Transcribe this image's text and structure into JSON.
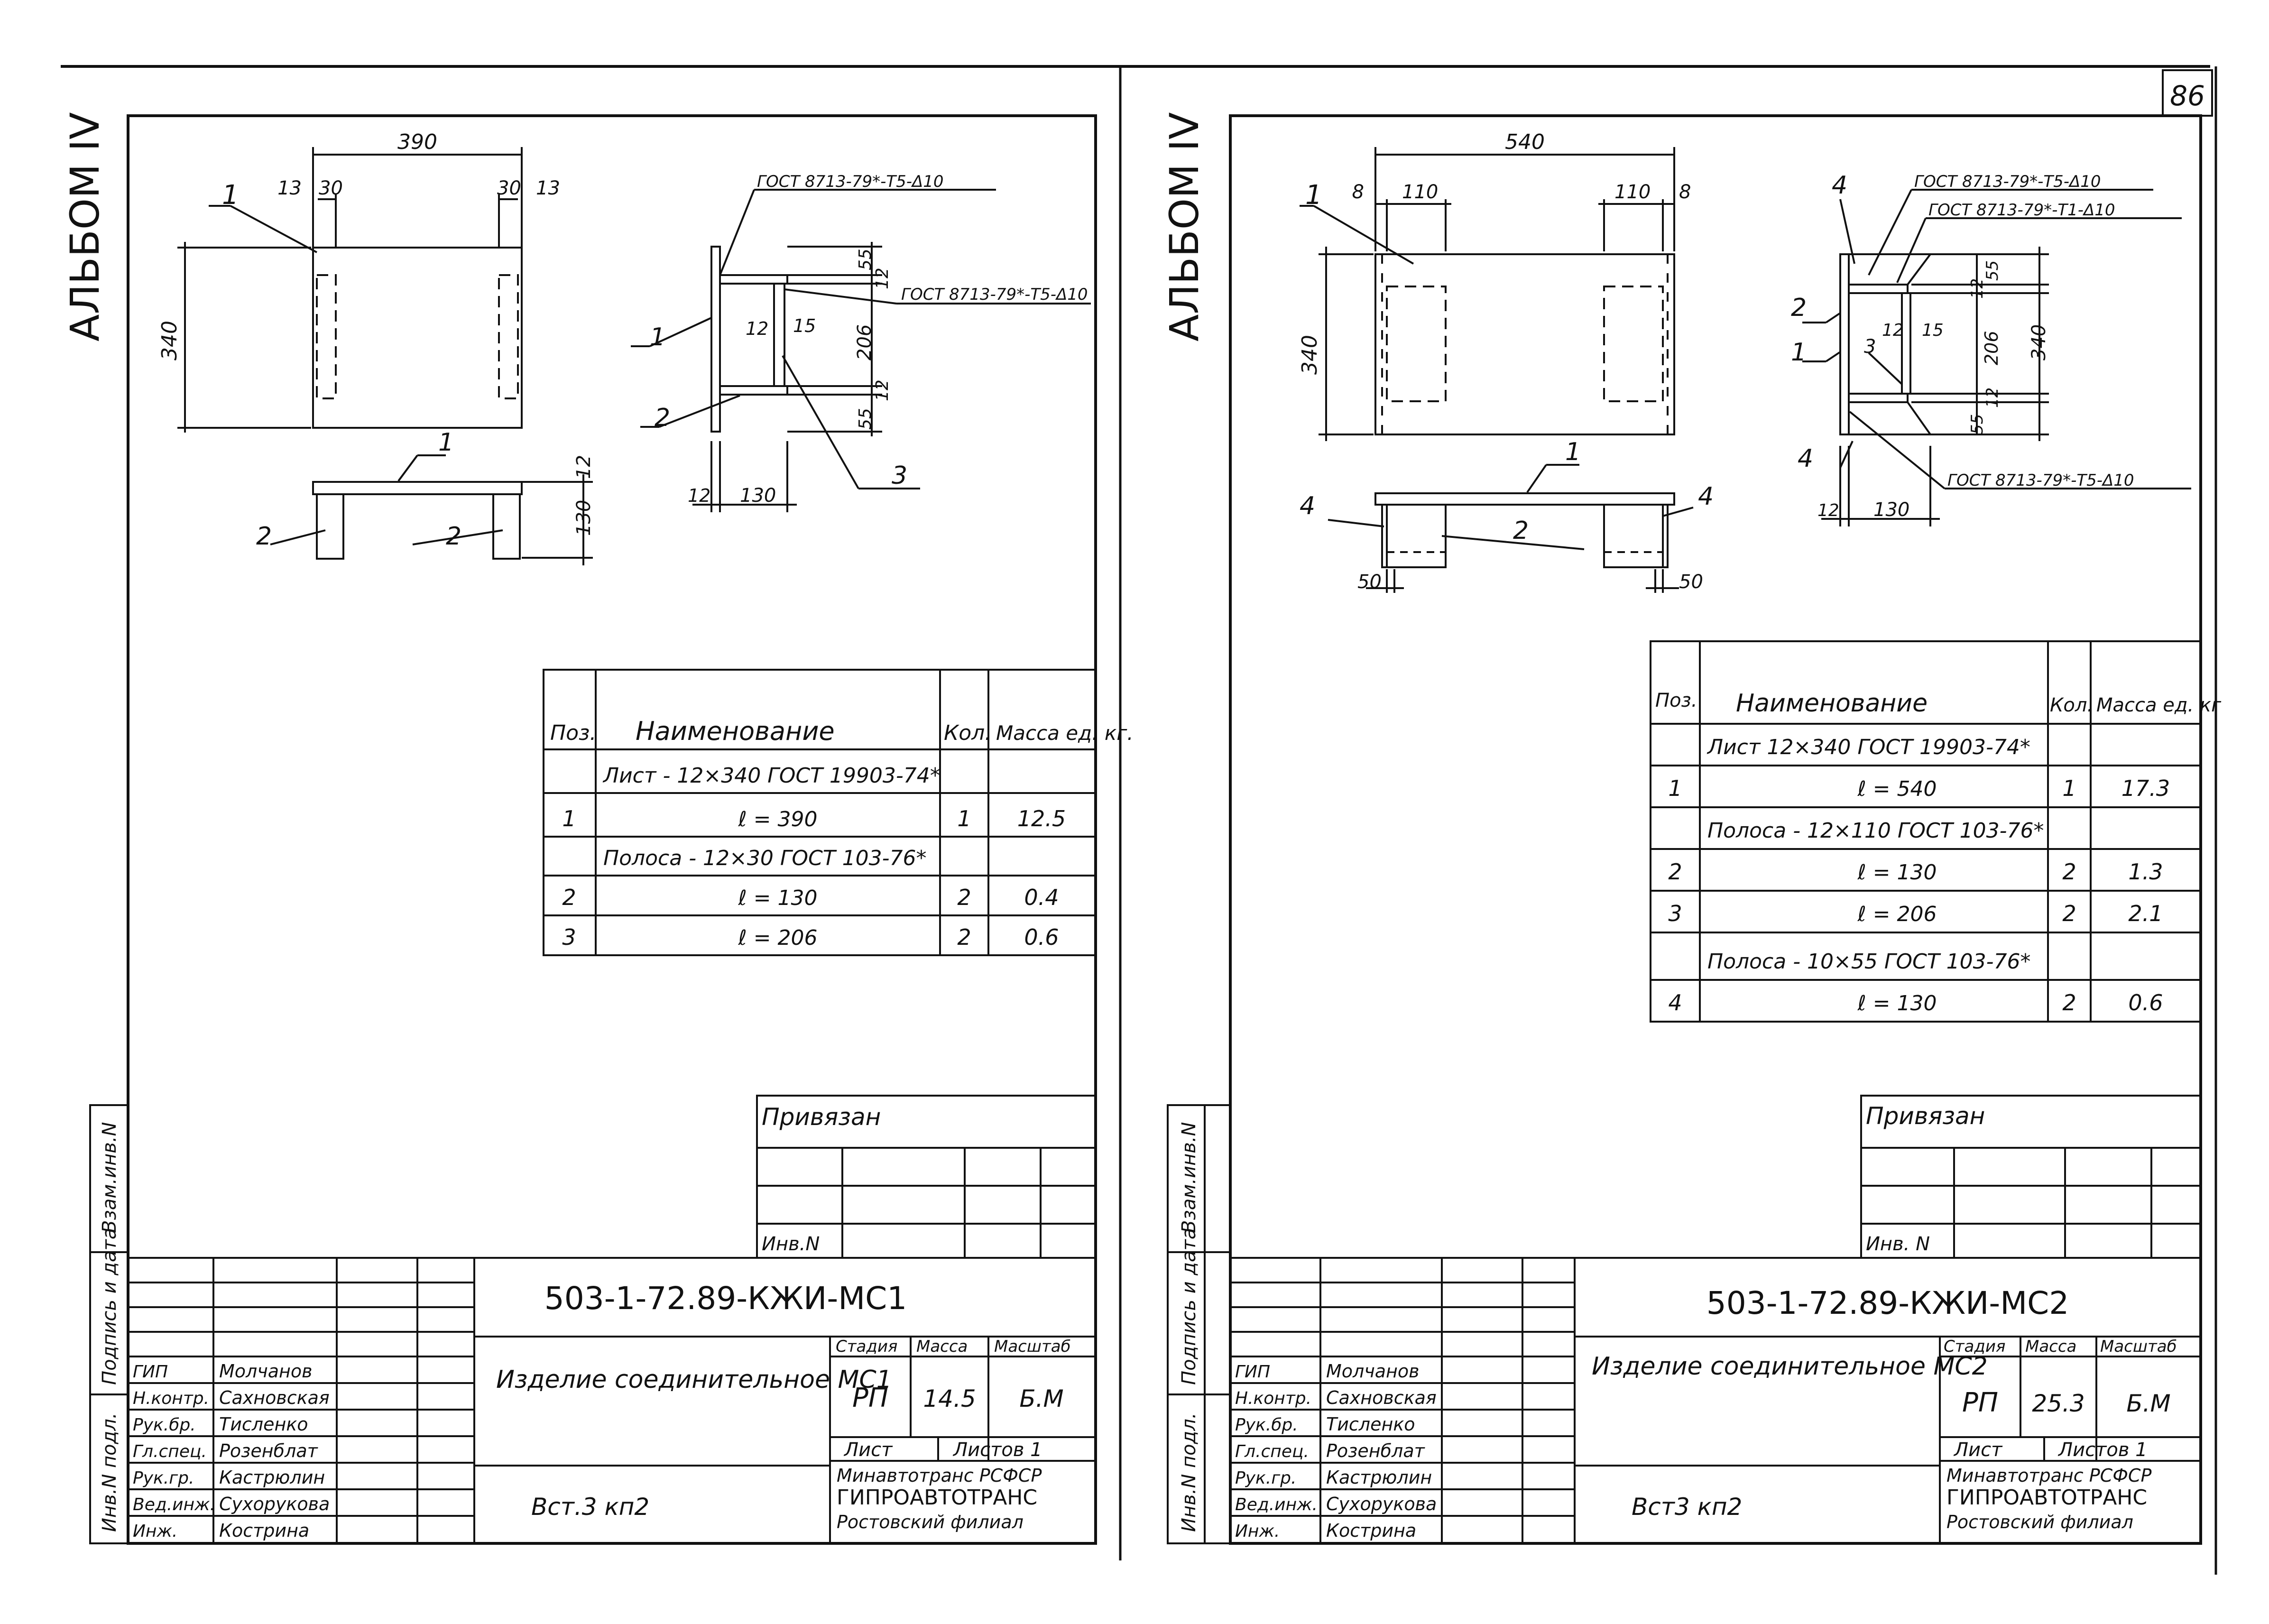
{
  "page_number": "86",
  "sheets": [
    {
      "album": "АЛЬБОМ IV",
      "side_labels": [
        "Взам.инв.N",
        "Подпись и дата",
        "Инв.N подл."
      ],
      "views": {
        "plan": {
          "width_total": "390",
          "left_edge": "13",
          "left_pad": "30",
          "right_pad": "30",
          "right_edge": "13",
          "height": "340",
          "pos": "1"
        },
        "section": {
          "weld_top": "ГОСТ 8713-79*-Т5-Δ10",
          "weld_right": "ГОСТ 8713-79*-Т5-Δ10",
          "dim_55_top": "55",
          "dim_12_top": "12",
          "dim_206": "206",
          "dim_12_bot": "12",
          "dim_55_bot": "55",
          "dim_12_left": "12",
          "dim_15": "15",
          "dim_12_base": "12",
          "dim_130": "130",
          "pos1": "1",
          "pos2": "2",
          "pos3": "3"
        },
        "front": {
          "pos1": "1",
          "pos2a": "2",
          "pos2b": "2",
          "dim_12": "12",
          "dim_130": "130"
        }
      },
      "spec": {
        "headers": {
          "pos": "Поз.",
          "name": "Наименование",
          "qty": "Кол.",
          "mass": "Масса ед. кг."
        },
        "rows": [
          {
            "pos": "",
            "name": "Лист - 12×340 ГОСТ 19903-74*",
            "qty": "",
            "mass": ""
          },
          {
            "pos": "1",
            "name": "ℓ = 390",
            "qty": "1",
            "mass": "12.5"
          },
          {
            "pos": "",
            "name": "Полоса - 12×30 ГОСТ 103-76*",
            "qty": "",
            "mass": ""
          },
          {
            "pos": "2",
            "name": "ℓ = 130",
            "qty": "2",
            "mass": "0.4"
          },
          {
            "pos": "3",
            "name": "ℓ = 206",
            "qty": "2",
            "mass": "0.6"
          }
        ]
      },
      "privyazan": {
        "title": "Привязан",
        "inv": "Инв.N"
      },
      "title_block": {
        "code": "503-1-72.89-КЖИ-МС1",
        "name": "Изделие соединительное МС1",
        "stage_label": "Стадия",
        "mass_label": "Масса",
        "scale_label": "Масштаб",
        "stage": "РП",
        "mass": "14.5",
        "scale": "Б.М",
        "sheet_label": "Лист",
        "sheets_label": "Листов 1",
        "material": "Вст.3 кп2",
        "org": [
          "Минавтотранс РСФСР",
          "ГИПРОАВТОТРАНС",
          "Ростовский филиал"
        ],
        "staff": [
          {
            "role": "ГИП",
            "name": "Молчанов"
          },
          {
            "role": "Н.контр.",
            "name": "Сахновская"
          },
          {
            "role": "Рук.бр.",
            "name": "Тисленко"
          },
          {
            "role": "Гл.спец.",
            "name": "Розенблат"
          },
          {
            "role": "Рук.гр.",
            "name": "Кастрюлин"
          },
          {
            "role": "Вед.инж.",
            "name": "Сухорукова"
          },
          {
            "role": "Инж.",
            "name": "Кострина"
          }
        ]
      }
    },
    {
      "album": "АЛЬБОМ IV",
      "side_labels": [
        "Взам.инв.N",
        "Подпись и дата",
        "Инв.N подл."
      ],
      "views": {
        "plan": {
          "width_total": "540",
          "left_edge": "8",
          "left_pad": "110",
          "right_pad": "110",
          "right_edge": "8",
          "height": "340",
          "pos": "1"
        },
        "section": {
          "weld_top": "ГОСТ 8713-79*-Т5-Δ10",
          "weld_top2": "ГОСТ 8713-79*-Т1-Δ10",
          "weld_bot": "ГОСТ 8713-79*-Т5-Δ10",
          "dim_55_top": "55",
          "dim_12_top": "12",
          "dim_206": "206",
          "dim_12_bot": "12",
          "dim_55_bot": "55",
          "dim_340": "340",
          "dim_12_left": "12",
          "dim_15": "15",
          "dim_12_base": "12",
          "dim_130": "130",
          "pos4a": "4",
          "pos2": "2",
          "pos1": "1",
          "pos3": "3",
          "pos4b": "4"
        },
        "front": {
          "pos1": "1",
          "pos2": "2",
          "pos4a": "4",
          "pos4b": "4",
          "dim_50a": "50",
          "dim_50b": "50"
        }
      },
      "spec": {
        "headers": {
          "pos": "Поз.",
          "name": "Наименование",
          "qty": "Кол.",
          "mass": "Масса ед. кг"
        },
        "rows": [
          {
            "pos": "",
            "name": "Лист 12×340 ГОСТ 19903-74*",
            "qty": "",
            "mass": ""
          },
          {
            "pos": "1",
            "name": "ℓ = 540",
            "qty": "1",
            "mass": "17.3"
          },
          {
            "pos": "",
            "name": "Полоса - 12×110 ГОСТ 103-76*",
            "qty": "",
            "mass": ""
          },
          {
            "pos": "2",
            "name": "ℓ = 130",
            "qty": "2",
            "mass": "1.3"
          },
          {
            "pos": "3",
            "name": "ℓ = 206",
            "qty": "2",
            "mass": "2.1"
          },
          {
            "pos": "",
            "name": "Полоса - 10×55 ГОСТ 103-76*",
            "qty": "",
            "mass": ""
          },
          {
            "pos": "4",
            "name": "ℓ = 130",
            "qty": "2",
            "mass": "0.6"
          }
        ]
      },
      "privyazan": {
        "title": "Привязан",
        "inv": "Инв. N"
      },
      "title_block": {
        "code": "503-1-72.89-КЖИ-МС2",
        "name": "Изделие соединительное МС2",
        "stage_label": "Стадия",
        "mass_label": "Масса",
        "scale_label": "Масштаб",
        "stage": "РП",
        "mass": "25.3",
        "scale": "Б.М",
        "sheet_label": "Лист",
        "sheets_label": "Листов 1",
        "material": "Вст3 кп2",
        "org": [
          "Минавтотранс РСФСР",
          "ГИПРОАВТОТРАНС",
          "Ростовский филиал"
        ],
        "staff": [
          {
            "role": "ГИП",
            "name": "Молчанов"
          },
          {
            "role": "Н.контр.",
            "name": "Сахновская"
          },
          {
            "role": "Рук.бр.",
            "name": "Тисленко"
          },
          {
            "role": "Гл.спец.",
            "name": "Розенблат"
          },
          {
            "role": "Рук.гр.",
            "name": "Кастрюлин"
          },
          {
            "role": "Вед.инж.",
            "name": "Сухорукова"
          },
          {
            "role": "Инж.",
            "name": "Кострина"
          }
        ]
      }
    }
  ]
}
